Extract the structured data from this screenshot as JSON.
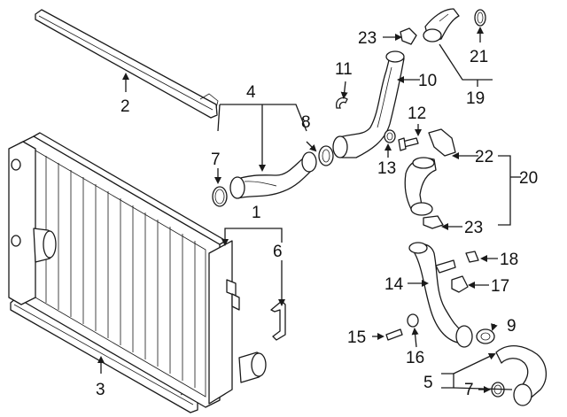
{
  "callouts": [
    {
      "id": "c1",
      "text": "1"
    },
    {
      "id": "c2",
      "text": "2"
    },
    {
      "id": "c3",
      "text": "3"
    },
    {
      "id": "c4",
      "text": "4"
    },
    {
      "id": "c5",
      "text": "5"
    },
    {
      "id": "c6",
      "text": "6"
    },
    {
      "id": "c7a",
      "text": "7"
    },
    {
      "id": "c7b",
      "text": "7"
    },
    {
      "id": "c8",
      "text": "8"
    },
    {
      "id": "c9",
      "text": "9"
    },
    {
      "id": "c10",
      "text": "10"
    },
    {
      "id": "c11",
      "text": "11"
    },
    {
      "id": "c12",
      "text": "12"
    },
    {
      "id": "c13",
      "text": "13"
    },
    {
      "id": "c14",
      "text": "14"
    },
    {
      "id": "c15",
      "text": "15"
    },
    {
      "id": "c16",
      "text": "16"
    },
    {
      "id": "c17",
      "text": "17"
    },
    {
      "id": "c18",
      "text": "18"
    },
    {
      "id": "c19",
      "text": "19"
    },
    {
      "id": "c20",
      "text": "20"
    },
    {
      "id": "c21",
      "text": "21"
    },
    {
      "id": "c22",
      "text": "22"
    },
    {
      "id": "c23a",
      "text": "23"
    },
    {
      "id": "c23b",
      "text": "23"
    }
  ],
  "colors": {
    "line": "#1a1a1a",
    "fill": "#ffffff",
    "shade": "#d9d9d9"
  }
}
